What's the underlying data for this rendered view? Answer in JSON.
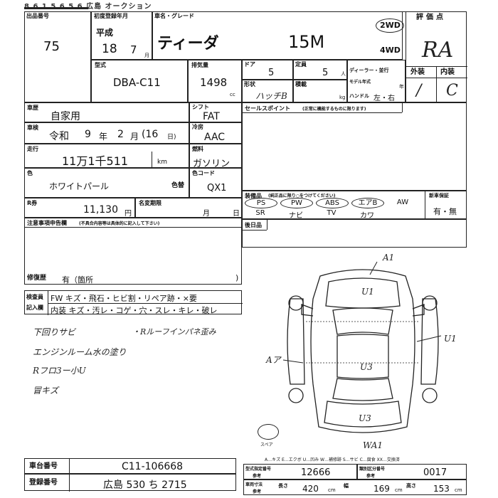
{
  "top_strip": "8 6 1 5 6 5 6   広島 オークション",
  "lot": {
    "label": "出品番号",
    "value": "75"
  },
  "first_reg": {
    "label": "初度登録年月",
    "era": "平成",
    "year": "18",
    "month": "7",
    "month_unit": "月"
  },
  "model": {
    "label": "車名・グレード",
    "name": "ティーダ",
    "grade": "15M"
  },
  "drive": {
    "opt1": "2WD",
    "opt2": "4WD"
  },
  "evaluation": {
    "label": "評価点",
    "score": "RA",
    "exterior_label": "外装",
    "interior_label": "内装",
    "exterior": "/",
    "interior": "C"
  },
  "type_code": {
    "label": "型式",
    "value": "DBA-C11"
  },
  "displacement": {
    "label": "排気量",
    "value": "1498",
    "unit": "cc"
  },
  "doors": {
    "label": "ドア",
    "value": "5"
  },
  "seats": {
    "label": "定員",
    "value": "5",
    "unit": "人"
  },
  "body_shape": {
    "label": "形状",
    "value": "ハッチB"
  },
  "load": {
    "label": "積載",
    "unit": "kg"
  },
  "dealer": {
    "label": "ディーラー・並行",
    "model_year_label": "モデル年式",
    "year_unit": "年",
    "handle_label": "ハンドル",
    "handle_value": "左・右"
  },
  "usage": {
    "label": "車歴",
    "value": "自家用"
  },
  "inspection": {
    "label": "車検",
    "era": "令和",
    "year": "9",
    "year_unit": "年",
    "month": "2",
    "month_unit": "月",
    "day": "(16",
    "day_unit": "日)"
  },
  "shift": {
    "label": "シフト",
    "value": "FAT"
  },
  "ac": {
    "label": "冷房",
    "value": "AAC"
  },
  "mileage": {
    "label": "走行",
    "value": "11万1千511",
    "unit": "km"
  },
  "fuel": {
    "label": "燃料",
    "value": "ガソリン"
  },
  "color": {
    "label": "色",
    "value": "ホワイトパール",
    "change_label": "色替",
    "code_label": "色コード",
    "code": "QX1"
  },
  "recycle": {
    "label": "R券",
    "value": "11,130",
    "unit": "円",
    "name_change_label": "名変期限",
    "month_unit": "月",
    "day_unit": "日"
  },
  "sales_point": {
    "label": "セールスポイント",
    "note": "(正常に機能するものに限ります)"
  },
  "equipment": {
    "label": "装備品",
    "note": "(純正品に限り○をつけてください)",
    "items": [
      {
        "code": "PS",
        "name": "SR"
      },
      {
        "code": "PW",
        "name": "ナビ"
      },
      {
        "code": "ABS",
        "name": "TV"
      },
      {
        "code": "エアB",
        "name": "カワ"
      },
      {
        "code": "AW",
        "name": ""
      }
    ],
    "new_car_label": "新車保証",
    "new_car_value": "有・無"
  },
  "post_items": {
    "label": "後日品"
  },
  "notes": {
    "label": "注意事項申告欄",
    "sub": "(不具合内容等は具体的に記入して下さい)",
    "repair_label": "修復歴",
    "repair_value": "有（箇所",
    "repair_close": ")"
  },
  "inspector": {
    "label1": "検査員",
    "label2": "記入欄",
    "row1": "FW キズ・飛石・ヒビ割・リペア跡・×要",
    "row2": "内装 キズ・汚レ・コゲ・穴・スレ・キレ・破レ"
  },
  "handwritten": {
    "left": [
      "下回りサビ",
      "エンジンルーム水の塗り",
      "Rフロ3ー小U",
      "冒キズ"
    ],
    "right": "・Rルーフインパネ歪み",
    "diagram_marks": {
      "a1": "A1",
      "u1": "U1",
      "u1_side": "U1",
      "a_side": "Aア",
      "u3_mid": "U3",
      "u3_rear": "U3",
      "bottom": "WA1"
    }
  },
  "spare_label": "スペア",
  "legend": "A…キズ  E…エクボ  U…凹み  W…補修跡  S…サビ  C…腐食  XX…交換済",
  "chassis": {
    "label": "車台番号",
    "value": "C11-106668"
  },
  "registration": {
    "label": "登録番号",
    "value": "広島 530 ち 2715"
  },
  "type_designation": {
    "label": "型式指定番号",
    "sub": "参考",
    "value": "12666"
  },
  "category": {
    "label": "類別区分番号",
    "sub": "参考",
    "value": "0017"
  },
  "dimensions": {
    "label": "車両寸法",
    "sub": "参考",
    "length_label": "長さ",
    "length": "420",
    "width_label": "幅",
    "width": "169",
    "height_label": "高さ",
    "height": "153",
    "unit": "cm"
  }
}
